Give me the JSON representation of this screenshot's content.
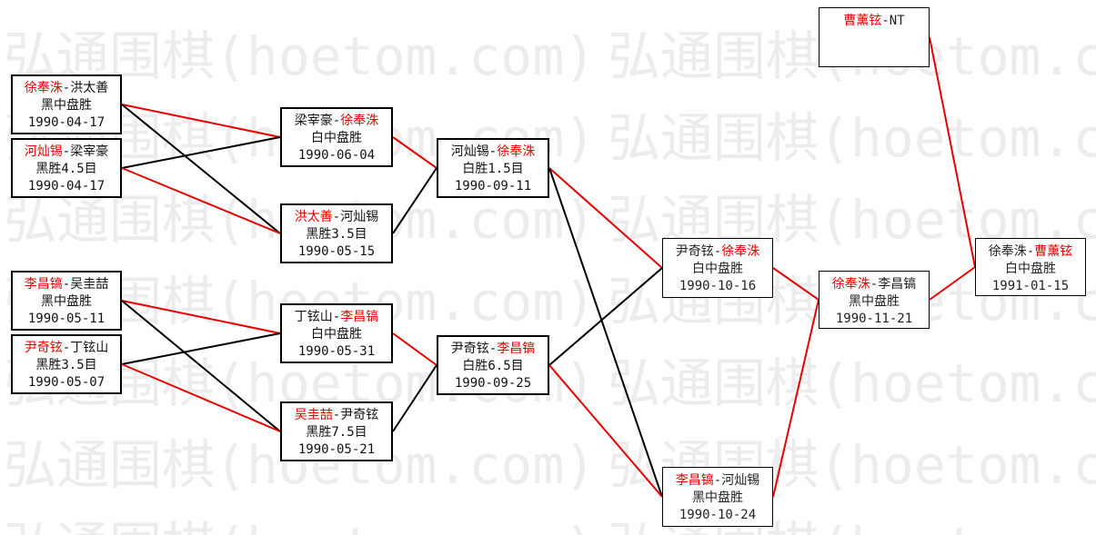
{
  "watermark": {
    "text": "弘通围棋(hoetom.com)"
  },
  "separator": "-",
  "colors": {
    "winner_text": "#e60000",
    "text": "#111111",
    "border": "#000000",
    "watermark": "#ececec",
    "background": "#ffffff"
  },
  "matches": [
    {
      "player1": "徐奉洙",
      "player2": "洪太善",
      "winner": 1,
      "result": "黑中盘胜",
      "date": "1990-04-17"
    },
    {
      "player1": "河灿锡",
      "player2": "梁宰豪",
      "winner": 1,
      "result": "黑胜4.5目",
      "date": "1990-04-17"
    },
    {
      "player1": "李昌镐",
      "player2": "吴圭喆",
      "winner": 1,
      "result": "黑中盘胜",
      "date": "1990-05-11"
    },
    {
      "player1": "尹奇铉",
      "player2": "丁铉山",
      "winner": 1,
      "result": "黑胜3.5目",
      "date": "1990-05-07"
    },
    {
      "player1": "梁宰豪",
      "player2": "徐奉洙",
      "winner": 2,
      "result": "白中盘胜",
      "date": "1990-06-04"
    },
    {
      "player1": "洪太善",
      "player2": "河灿锡",
      "winner": 1,
      "result": "黑胜3.5目",
      "date": "1990-05-15"
    },
    {
      "player1": "丁铉山",
      "player2": "李昌镐",
      "winner": 2,
      "result": "白中盘胜",
      "date": "1990-05-31"
    },
    {
      "player1": "吴圭喆",
      "player2": "尹奇铉",
      "winner": 1,
      "result": "黑胜7.5目",
      "date": "1990-05-21"
    },
    {
      "player1": "河灿锡",
      "player2": "徐奉洙",
      "winner": 2,
      "result": "白胜1.5目",
      "date": "1990-09-11"
    },
    {
      "player1": "尹奇铉",
      "player2": "李昌镐",
      "winner": 2,
      "result": "白胜6.5目",
      "date": "1990-09-25"
    },
    {
      "player1": "尹奇铉",
      "player2": "徐奉洙",
      "winner": 2,
      "result": "白中盘胜",
      "date": "1990-10-16"
    },
    {
      "player1": "李昌镐",
      "player2": "河灿锡",
      "winner": 1,
      "result": "黑中盘胜",
      "date": "1990-10-24"
    },
    {
      "player1": "徐奉洙",
      "player2": "李昌镐",
      "winner": 1,
      "result": "黑中盘胜",
      "date": "1990-11-21"
    },
    {
      "player1": "曹薰铉",
      "player2": "NT",
      "winner": 1
    },
    {
      "player1": "徐奉洙",
      "player2": "曹薰铉",
      "winner": 2,
      "result": "白中盘胜",
      "date": "1991-01-15"
    }
  ],
  "links": [
    {
      "from": 0,
      "to": 4,
      "color": "#e60000"
    },
    {
      "from": 0,
      "to": 5,
      "color": "#000000"
    },
    {
      "from": 1,
      "to": 4,
      "color": "#000000"
    },
    {
      "from": 1,
      "to": 5,
      "color": "#e60000"
    },
    {
      "from": 2,
      "to": 6,
      "color": "#e60000"
    },
    {
      "from": 2,
      "to": 7,
      "color": "#000000"
    },
    {
      "from": 3,
      "to": 6,
      "color": "#000000"
    },
    {
      "from": 3,
      "to": 7,
      "color": "#e60000"
    },
    {
      "from": 4,
      "to": 8,
      "color": "#e60000"
    },
    {
      "from": 5,
      "to": 8,
      "color": "#000000"
    },
    {
      "from": 6,
      "to": 9,
      "color": "#e60000"
    },
    {
      "from": 7,
      "to": 9,
      "color": "#000000"
    },
    {
      "from": 8,
      "to": 10,
      "color": "#e60000"
    },
    {
      "from": 8,
      "to": 11,
      "color": "#000000"
    },
    {
      "from": 9,
      "to": 10,
      "color": "#000000"
    },
    {
      "from": 9,
      "to": 11,
      "color": "#e60000"
    },
    {
      "from": 10,
      "to": 12,
      "color": "#e60000"
    },
    {
      "from": 11,
      "to": 12,
      "color": "#e60000"
    },
    {
      "from": 12,
      "to": 14,
      "color": "#e60000"
    },
    {
      "from": 13,
      "to": 14,
      "color": "#e60000"
    }
  ]
}
